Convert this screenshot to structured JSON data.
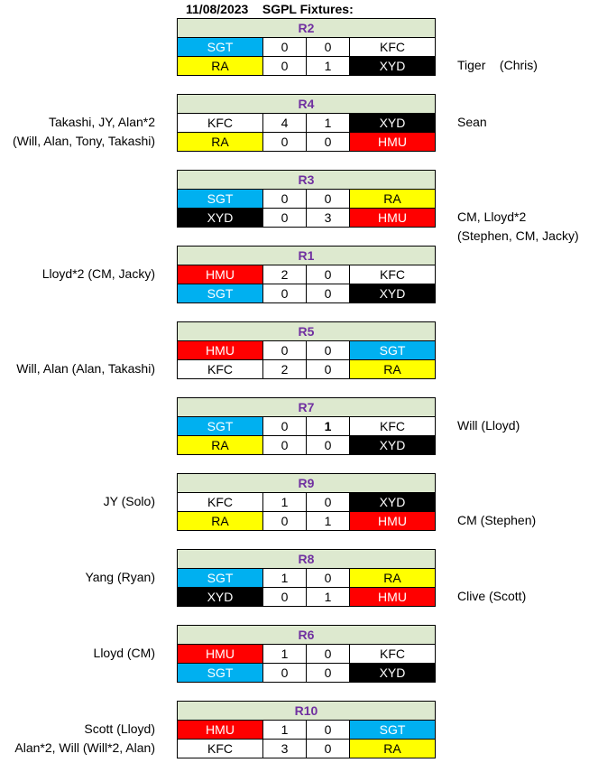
{
  "header": {
    "date": "11/08/2023",
    "title": "SGPL Fixtures:"
  },
  "fixtures": [
    {
      "round": "R2",
      "rows": [
        {
          "home": "SGT",
          "hs": "0",
          "as": "0",
          "away": "KFC",
          "left": "",
          "right": ""
        },
        {
          "home": "RA",
          "hs": "0",
          "as": "1",
          "away": "XYD",
          "left": "",
          "right": "Tiger    (Chris)"
        }
      ]
    },
    {
      "round": "R4",
      "rows": [
        {
          "home": "KFC",
          "hs": "4",
          "as": "1",
          "away": "XYD",
          "left": "Takashi, JY, Alan*2",
          "right": "Sean"
        },
        {
          "home": "RA",
          "hs": "0",
          "as": "0",
          "away": "HMU",
          "left": "(Will, Alan, Tony, Takashi)",
          "right": ""
        }
      ]
    },
    {
      "round": "R3",
      "rows": [
        {
          "home": "SGT",
          "hs": "0",
          "as": "0",
          "away": "RA",
          "left": "",
          "right": ""
        },
        {
          "home": "XYD",
          "hs": "0",
          "as": "3",
          "away": "HMU",
          "left": "",
          "right": "CM, Lloyd*2"
        }
      ],
      "extra_right": "(Stephen, CM, Jacky)"
    },
    {
      "round": "R1",
      "rows": [
        {
          "home": "HMU",
          "hs": "2",
          "as": "0",
          "away": "KFC",
          "left": "Lloyd*2 (CM, Jacky)",
          "right": ""
        },
        {
          "home": "SGT",
          "hs": "0",
          "as": "0",
          "away": "XYD",
          "left": "",
          "right": ""
        }
      ]
    },
    {
      "round": "R5",
      "rows": [
        {
          "home": "HMU",
          "hs": "0",
          "as": "0",
          "away": "SGT",
          "left": "",
          "right": ""
        },
        {
          "home": "KFC",
          "hs": "2",
          "as": "0",
          "away": "RA",
          "left": "Will, Alan (Alan, Takashi)",
          "right": ""
        }
      ]
    },
    {
      "round": "R7",
      "rows": [
        {
          "home": "SGT",
          "hs": "0",
          "as": "1",
          "away": "KFC",
          "left": "",
          "right": "Will (Lloyd)",
          "as_bold": true
        },
        {
          "home": "RA",
          "hs": "0",
          "as": "0",
          "away": "XYD",
          "left": "",
          "right": ""
        }
      ]
    },
    {
      "round": "R9",
      "rows": [
        {
          "home": "KFC",
          "hs": "1",
          "as": "0",
          "away": "XYD",
          "left": "JY (Solo)",
          "right": ""
        },
        {
          "home": "RA",
          "hs": "0",
          "as": "1",
          "away": "HMU",
          "left": "",
          "right": "CM (Stephen)"
        }
      ]
    },
    {
      "round": "R8",
      "rows": [
        {
          "home": "SGT",
          "hs": "1",
          "as": "0",
          "away": "RA",
          "left": "Yang (Ryan)",
          "right": ""
        },
        {
          "home": "XYD",
          "hs": "0",
          "as": "1",
          "away": "HMU",
          "left": "",
          "right": "Clive (Scott)"
        }
      ]
    },
    {
      "round": "R6",
      "rows": [
        {
          "home": "HMU",
          "hs": "1",
          "as": "0",
          "away": "KFC",
          "left": "Lloyd (CM)",
          "right": ""
        },
        {
          "home": "SGT",
          "hs": "0",
          "as": "0",
          "away": "XYD",
          "left": "",
          "right": ""
        }
      ]
    },
    {
      "round": "R10",
      "rows": [
        {
          "home": "HMU",
          "hs": "1",
          "as": "0",
          "away": "SGT",
          "left": "Scott (Lloyd)",
          "right": ""
        },
        {
          "home": "KFC",
          "hs": "3",
          "as": "0",
          "away": "RA",
          "left": "Alan*2, Will (Will*2, Alan)",
          "right": ""
        }
      ]
    }
  ]
}
